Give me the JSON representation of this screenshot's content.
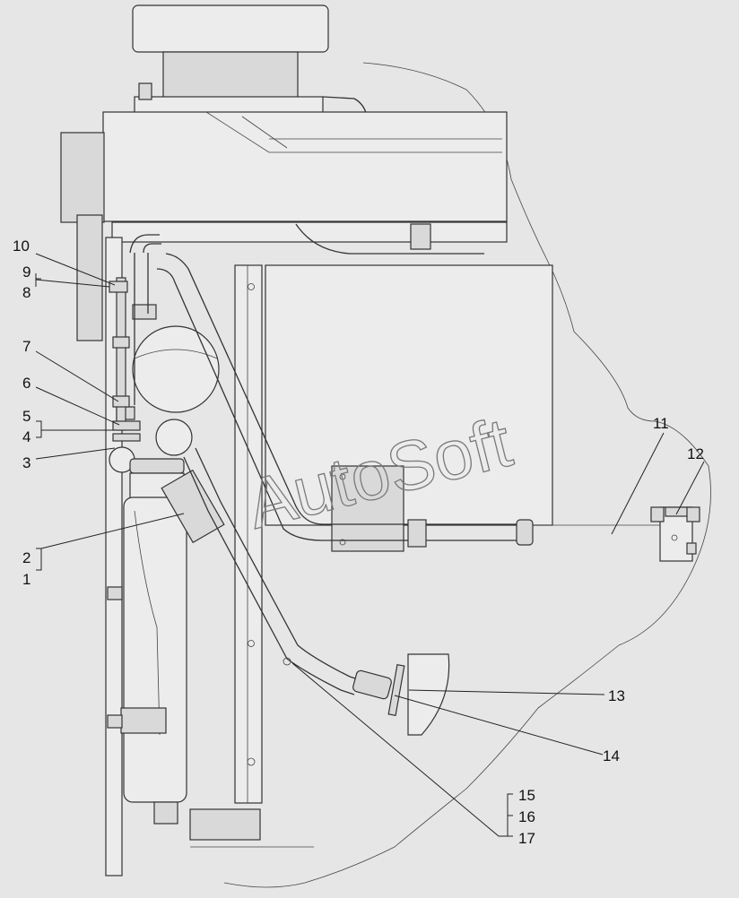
{
  "watermark": "AutoSoft",
  "callouts": {
    "c1": "1",
    "c2": "2",
    "c3": "3",
    "c4": "4",
    "c5": "5",
    "c6": "6",
    "c7": "7",
    "c8": "8",
    "c9": "9",
    "c10": "10",
    "c11": "11",
    "c12": "12",
    "c13": "13",
    "c14": "14",
    "c15": "15",
    "c16": "16",
    "c17": "17"
  },
  "colors": {
    "background": "#e6e6e6",
    "linework": "#333333",
    "watermark": "#7a7a7a"
  }
}
